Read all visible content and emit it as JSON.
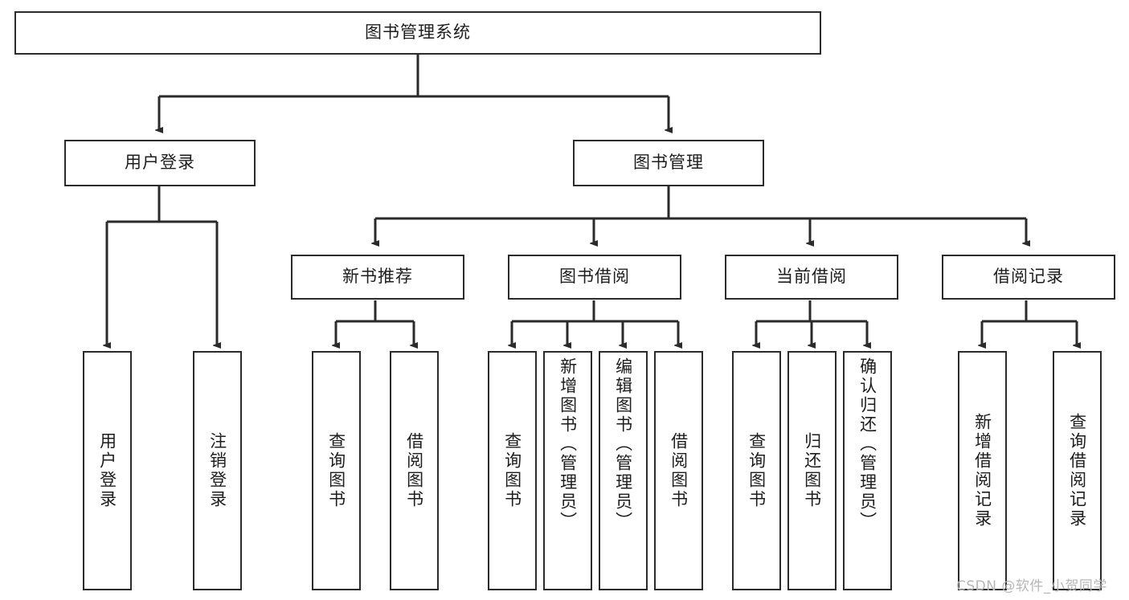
{
  "diagram": {
    "type": "tree-hierarchy",
    "title": "图书管理系统",
    "root": {
      "label": "图书管理系统",
      "orientation": "horizontal"
    },
    "level1": [
      {
        "id": "user-login",
        "label": "用户登录",
        "orientation": "horizontal"
      },
      {
        "id": "book-manage",
        "label": "图书管理",
        "orientation": "horizontal"
      }
    ],
    "level2": [
      {
        "id": "new-book-recommend",
        "label": "新书推荐",
        "orientation": "horizontal",
        "parent": "book-manage"
      },
      {
        "id": "book-borrow",
        "label": "图书借阅",
        "orientation": "horizontal",
        "parent": "book-manage"
      },
      {
        "id": "current-borrow",
        "label": "当前借阅",
        "orientation": "horizontal",
        "parent": "book-manage"
      },
      {
        "id": "borrow-record",
        "label": "借阅记录",
        "orientation": "horizontal",
        "parent": "book-manage"
      }
    ],
    "leaves": [
      {
        "id": "leaf-user-login",
        "label": "用户登录",
        "parent": "user-login",
        "orientation": "vertical"
      },
      {
        "id": "leaf-user-logout",
        "label": "注销登录",
        "parent": "user-login",
        "orientation": "vertical"
      },
      {
        "id": "leaf-query-book-1",
        "label": "查询图书",
        "parent": "new-book-recommend",
        "orientation": "vertical"
      },
      {
        "id": "leaf-borrow-book-1",
        "label": "借阅图书",
        "parent": "new-book-recommend",
        "orientation": "vertical"
      },
      {
        "id": "leaf-query-book-2",
        "label": "查询图书",
        "parent": "book-borrow",
        "orientation": "vertical"
      },
      {
        "id": "leaf-add-book",
        "label": "新增图书（管理员）",
        "parent": "book-borrow",
        "orientation": "vertical"
      },
      {
        "id": "leaf-edit-book",
        "label": "编辑图书（管理员）",
        "parent": "book-borrow",
        "orientation": "vertical"
      },
      {
        "id": "leaf-borrow-book-2",
        "label": "借阅图书",
        "parent": "book-borrow",
        "orientation": "vertical"
      },
      {
        "id": "leaf-query-book-3",
        "label": "查询图书",
        "parent": "current-borrow",
        "orientation": "vertical"
      },
      {
        "id": "leaf-return-book",
        "label": "归还图书",
        "parent": "current-borrow",
        "orientation": "vertical"
      },
      {
        "id": "leaf-confirm-return",
        "label": "确认归还（管理员）",
        "parent": "current-borrow",
        "orientation": "vertical"
      },
      {
        "id": "leaf-add-record",
        "label": "新增借阅记录",
        "parent": "borrow-record",
        "orientation": "vertical"
      },
      {
        "id": "leaf-query-record",
        "label": "查询借阅记录",
        "parent": "borrow-record",
        "orientation": "vertical"
      }
    ],
    "colors": {
      "stroke": "#2b2b2b",
      "fill": "#ffffff",
      "text": "#1d1d1d",
      "watermark": "#b7b7b7"
    }
  },
  "watermark": {
    "text": "CSDN @软件_小贺同学"
  }
}
